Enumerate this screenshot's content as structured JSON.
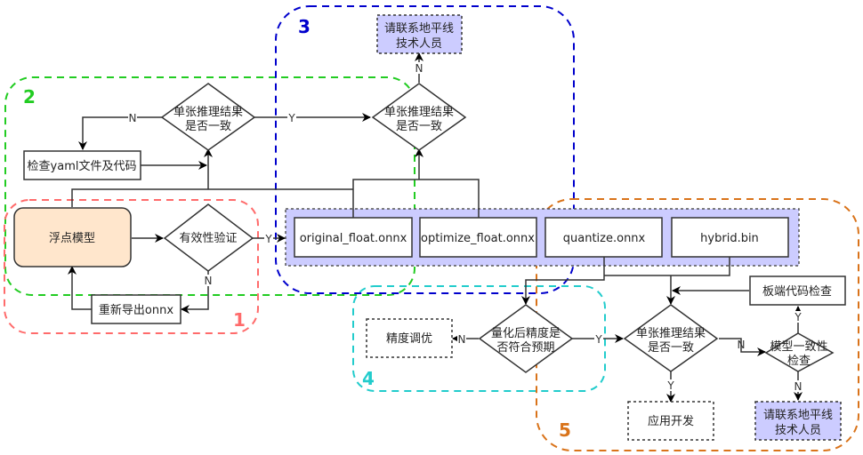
{
  "colors": {
    "group1": "#ff6b6b",
    "group2": "#22cc22",
    "group3": "#0000cc",
    "group4": "#22cccc",
    "group5": "#d9731a",
    "file_bar_fill": "#ccccff",
    "float_model_fill": "#ffe6cc",
    "contact_fill": "#ccccff"
  },
  "groups": {
    "g1": "1",
    "g2": "2",
    "g3": "3",
    "g4": "4",
    "g5": "5"
  },
  "nodes": {
    "float_model": "浮点模型",
    "validity_check": "有效性验证",
    "reexport_onnx": "重新导出onnx",
    "check_yaml": "检查yaml文件及代码",
    "single_infer_1": [
      "单张推理结果",
      "是否一致"
    ],
    "single_infer_2": [
      "单张推理结果",
      "是否一致"
    ],
    "contact_top": [
      "请联系地平线",
      "技术人员"
    ],
    "files": [
      "original_float.onnx",
      "optimize_float.onnx",
      "quantize.onnx",
      "hybrid.bin"
    ],
    "quant_accuracy": [
      "量化后精度是",
      "否符合预期"
    ],
    "accuracy_tuning": "精度调优",
    "single_infer_3": [
      "单张推理结果",
      "是否一致"
    ],
    "board_code_check": "板端代码检查",
    "model_consistency": [
      "模型一致性",
      "检查"
    ],
    "app_dev": "应用开发",
    "contact_bottom": [
      "请联系地平线",
      "技术人员"
    ]
  },
  "edge_labels": {
    "yes": "Y",
    "no": "N"
  }
}
